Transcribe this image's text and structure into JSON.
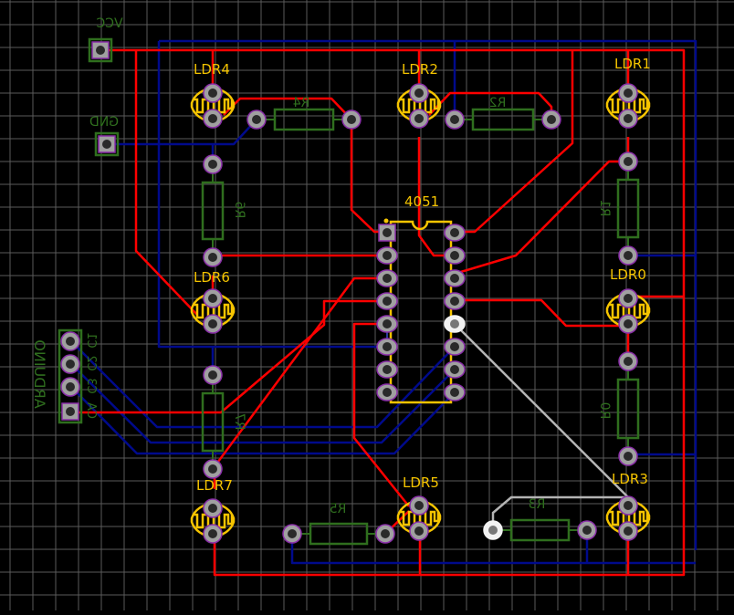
{
  "board": {
    "background": "#000000",
    "grid_color": "#5a5a5a",
    "colors": {
      "top_trace": "#ff0000",
      "bottom_trace": "#000a8c",
      "selected_trace": "#b4b4b4",
      "silkscreen_component": "#f5c400",
      "silkscreen_passive": "#2f6e1e",
      "pad_fill": "#a0a0a0",
      "pad_ring": "#8a2fa8",
      "pad_hole": "#2a2a2a",
      "pad_selected": "#f2f2f2"
    }
  },
  "labels": {
    "vcc": "VCC",
    "gnd": "GND",
    "arduino": "ARDUINO",
    "arduino_pins": [
      "C1",
      "C2",
      "C3",
      "CA"
    ],
    "ic": "4051",
    "ldr0": "LDR0",
    "ldr1": "LDR1",
    "ldr2": "LDR2",
    "ldr3": "LDR3",
    "ldr4": "LDR4",
    "ldr5": "LDR5",
    "ldr6": "LDR6",
    "ldr7": "LDR7",
    "r0": "R0",
    "r1": "R1",
    "r2": "R2",
    "r3": "R3",
    "r4": "R4",
    "r5": "R5",
    "r6": "R6",
    "r7": "R7"
  }
}
